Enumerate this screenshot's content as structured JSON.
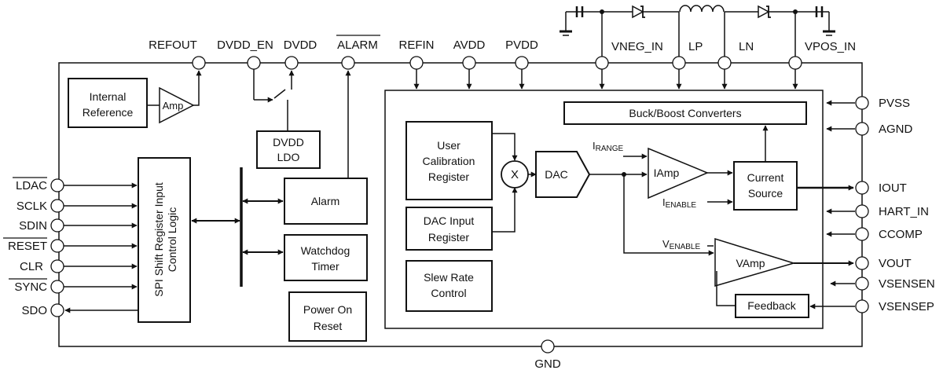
{
  "pins": {
    "top": {
      "refout": "REFOUT",
      "dvdd_en": "DVDD_EN",
      "dvdd": "DVDD",
      "alarm": "ALARM",
      "refin": "REFIN",
      "avdd": "AVDD",
      "pvdd": "PVDD",
      "vneg_in": "VNEG_IN",
      "lp": "LP",
      "ln": "LN",
      "vpos_in": "VPOS_IN"
    },
    "left": {
      "ldac": "LDAC",
      "sclk": "SCLK",
      "sdin": "SDIN",
      "reset": "RESET",
      "clr": "CLR",
      "sync": "SYNC",
      "sdo": "SDO"
    },
    "right": {
      "pvss": "PVSS",
      "agnd": "AGND",
      "iout": "IOUT",
      "hart_in": "HART_IN",
      "ccomp": "CCOMP",
      "vout": "VOUT",
      "vsensen": "VSENSEN",
      "vsensep": "VSENSEP"
    },
    "bottom": {
      "gnd": "GND"
    }
  },
  "blocks": {
    "internal_reference": [
      "Internal",
      "Reference"
    ],
    "amp": "Amp",
    "dvdd_ldo": [
      "DVDD",
      "LDO"
    ],
    "spi": [
      "SPI Shift Register Input",
      "Control Logic"
    ],
    "alarm": "Alarm",
    "watchdog": [
      "Watchdog",
      "Timer"
    ],
    "power_on_reset": [
      "Power On",
      "Reset"
    ],
    "user_cal": [
      "User",
      "Calibration",
      "Register"
    ],
    "dac_input": [
      "DAC Input",
      "Register"
    ],
    "slew": [
      "Slew Rate",
      "Control"
    ],
    "multiplier": "X",
    "dac": "DAC",
    "buck_boost": "Buck/Boost Converters",
    "iamp": "IAmp",
    "current_source": [
      "Current",
      "Source"
    ],
    "vamp": "VAmp",
    "feedback": "Feedback"
  },
  "signals": {
    "i_range": {
      "main": "I",
      "sub": "RANGE"
    },
    "i_enable": {
      "main": "I",
      "sub": "ENABLE"
    },
    "v_enable": {
      "main": "V",
      "sub": "ENABLE"
    }
  }
}
